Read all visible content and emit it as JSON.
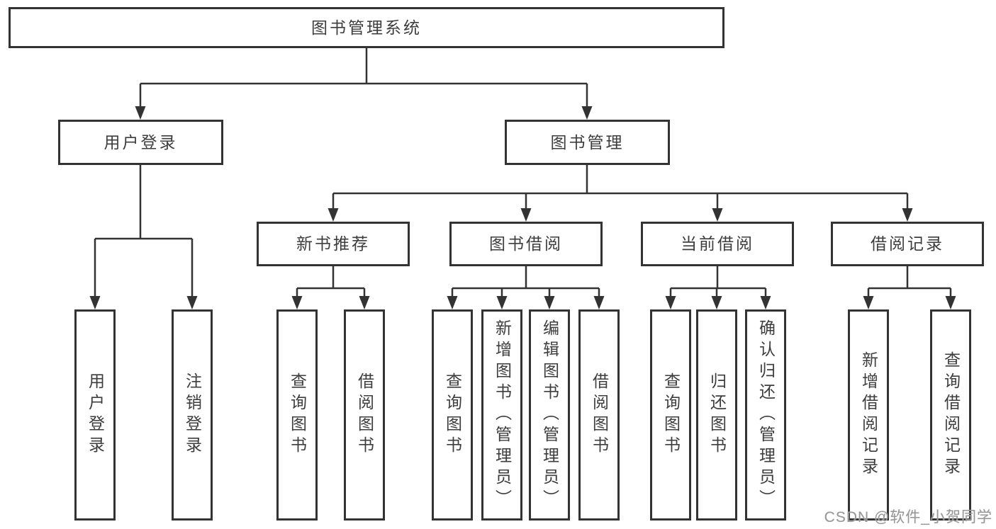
{
  "title": "图书管理系统",
  "watermark": "CSDN @软件_小贺同学",
  "branches": {
    "user_login": {
      "label": "用户登录",
      "children": [
        "用户登录",
        "注销登录"
      ]
    },
    "book_management": {
      "label": "图书管理",
      "sections": {
        "new_book_recommend": {
          "label": "新书推荐",
          "children": [
            "查询图书",
            "借阅图书"
          ]
        },
        "book_borrow": {
          "label": "图书借阅",
          "children": [
            "查询图书",
            "新增图书（管理员）",
            "编辑图书（管理员）",
            "借阅图书"
          ]
        },
        "current_borrow": {
          "label": "当前借阅",
          "children": [
            "查询图书",
            "归还图书",
            "确认归还（管理员）"
          ]
        },
        "borrow_records": {
          "label": "借阅记录",
          "children": [
            "新增借阅记录",
            "查询借阅记录"
          ]
        }
      }
    }
  }
}
